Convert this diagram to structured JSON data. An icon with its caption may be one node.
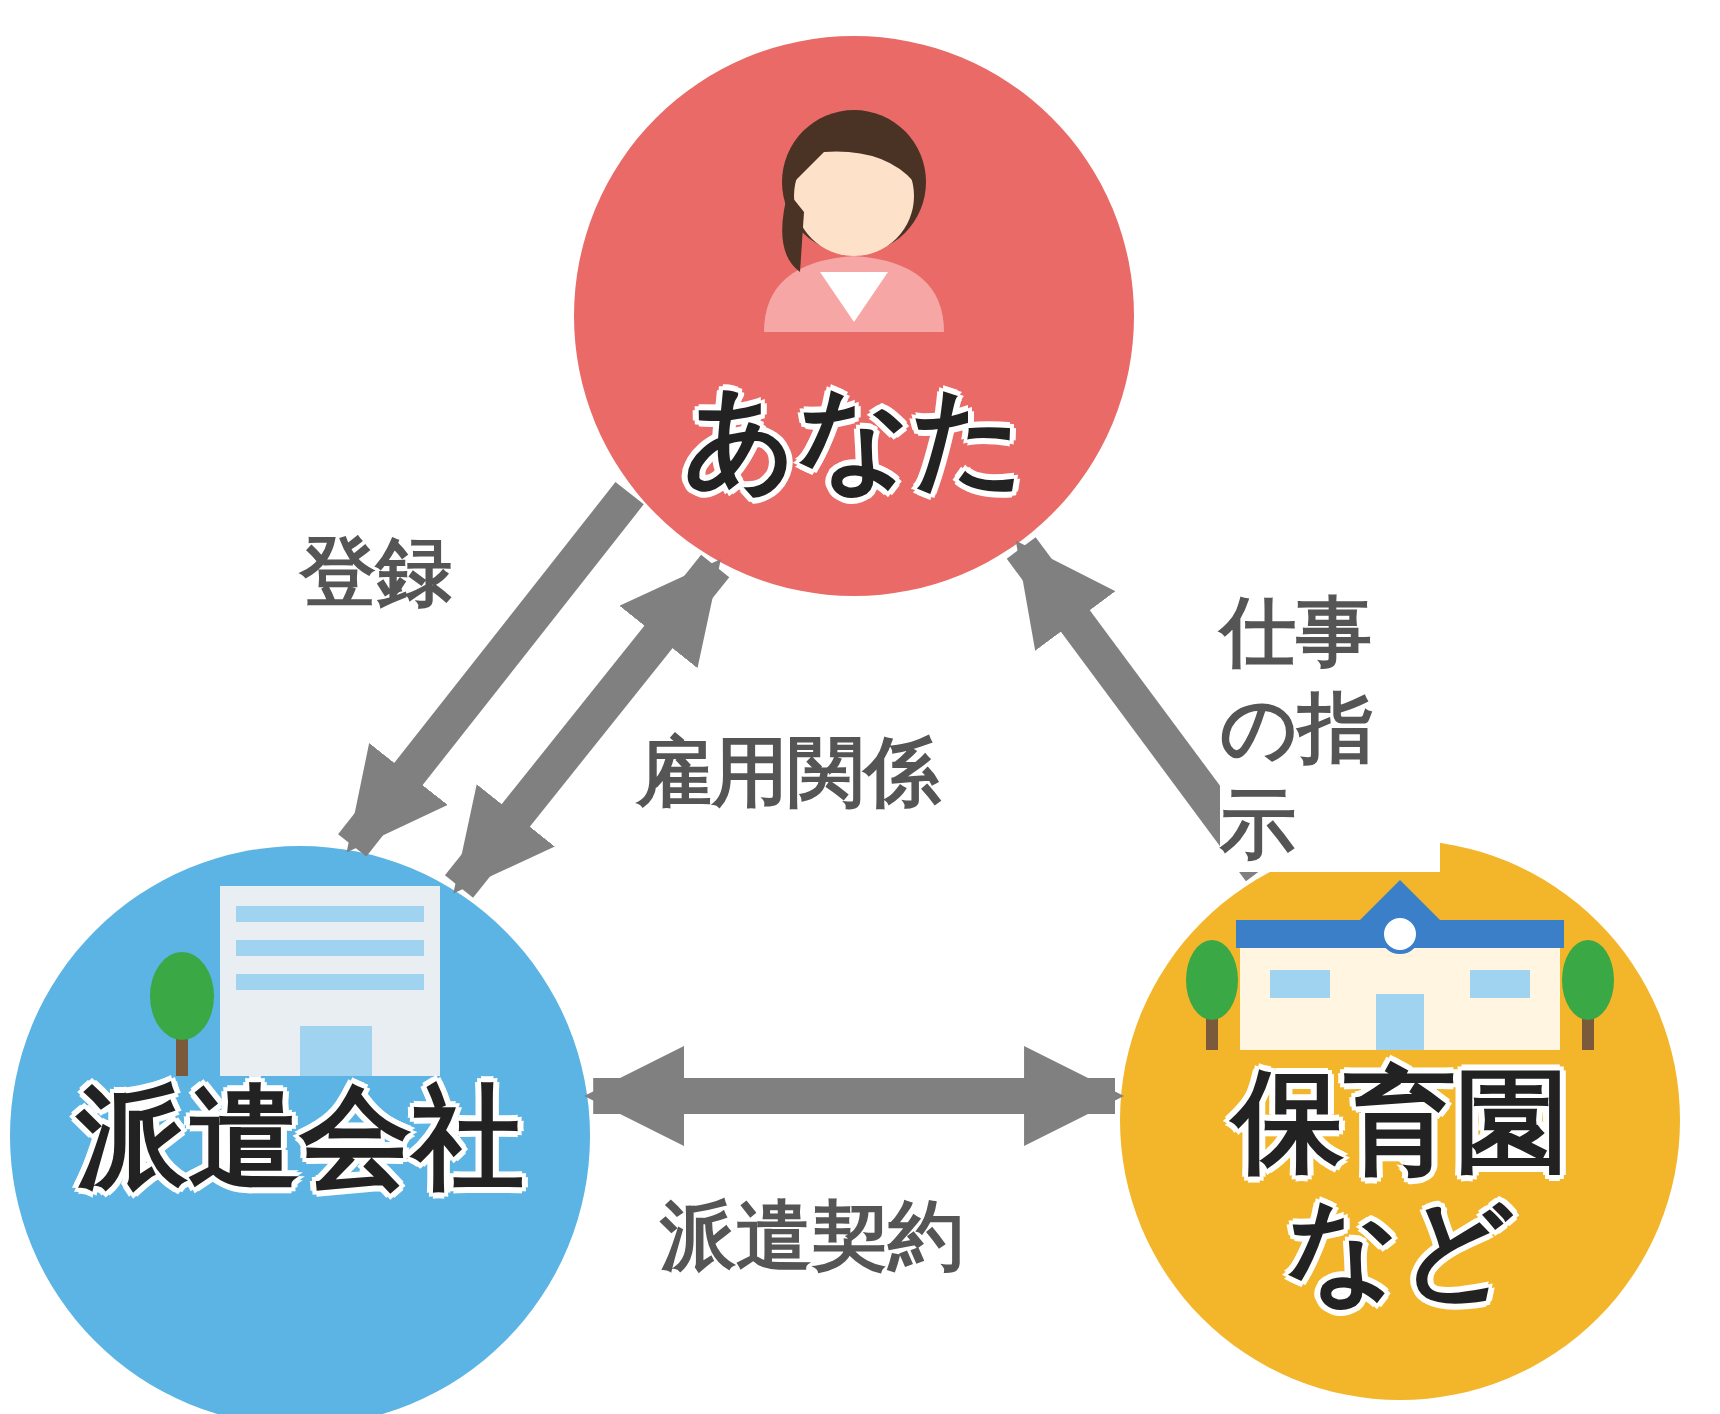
{
  "diagram": {
    "nodes": [
      {
        "text": [
          "あなた"
        ]
      },
      {
        "text": [
          "派遣会社"
        ]
      },
      {
        "text": [
          "保育園など"
        ]
      }
    ],
    "edges": [
      {
        "from": 0,
        "to": 1,
        "arrow": "to",
        "label": "登録"
      },
      {
        "from": 1,
        "to": 0,
        "arrow": "both",
        "label": "雇用関係"
      },
      {
        "from": 1,
        "to": 2,
        "arrow": "both",
        "label": "派遣契約"
      },
      {
        "from": 2,
        "to": 0,
        "arrow": "to",
        "label": "仕事の指示"
      }
    ]
  }
}
